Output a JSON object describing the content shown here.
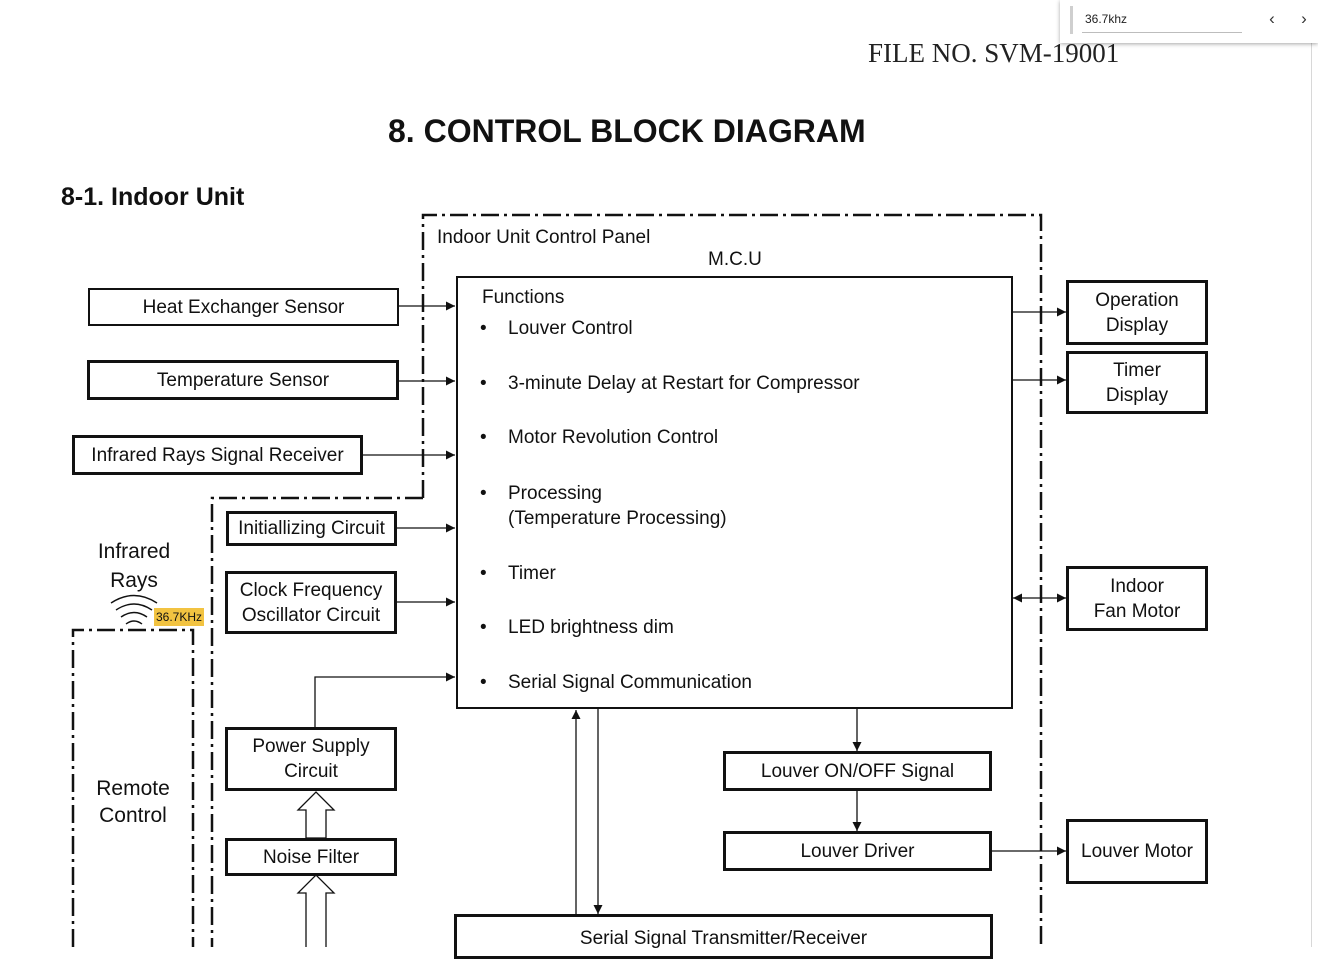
{
  "header": {
    "file_no": "FILE NO. SVM-19001"
  },
  "title": "8.  CONTROL BLOCK DIAGRAM",
  "subtitle": "8-1.  Indoor Unit",
  "panel": {
    "label": "Indoor Unit Control Panel",
    "mcu_label": "M.C.U"
  },
  "functions": {
    "title": "Functions",
    "items": [
      "Louver Control",
      "3-minute Delay at Restart for Compressor",
      "Motor Revolution Control",
      "Processing",
      "(Temperature Processing)",
      "Timer",
      "LED brightness dim",
      "Serial Signal Communication"
    ],
    "bullet": "•"
  },
  "inputs": {
    "heat_exchanger": "Heat Exchanger Sensor",
    "temperature": "Temperature Sensor",
    "infrared_receiver": "Infrared Rays Signal Receiver",
    "initializing": "Initiallizing Circuit",
    "clock_line1": "Clock Frequency",
    "clock_line2": "Oscillator Circuit",
    "power_line1": "Power Supply",
    "power_line2": "Circuit",
    "noise_filter": "Noise Filter"
  },
  "outputs": {
    "operation_line1": "Operation",
    "operation_line2": "Display",
    "timer_line1": "Timer",
    "timer_line2": "Display",
    "fan_line1": "Indoor",
    "fan_line2": "Fan Motor",
    "louver_signal": "Louver ON/OFF Signal",
    "louver_driver": "Louver Driver",
    "louver_motor": "Louver Motor",
    "serial": "Serial Signal Transmitter/Receiver"
  },
  "remote": {
    "ir_line1": "Infrared",
    "ir_line2": "Rays",
    "frequency": "36.7KHz",
    "rc_line1": "Remote",
    "rc_line2": "Control"
  },
  "findbar": {
    "query": "36.7khz",
    "prev_icon": "‹",
    "next_icon": "›"
  }
}
